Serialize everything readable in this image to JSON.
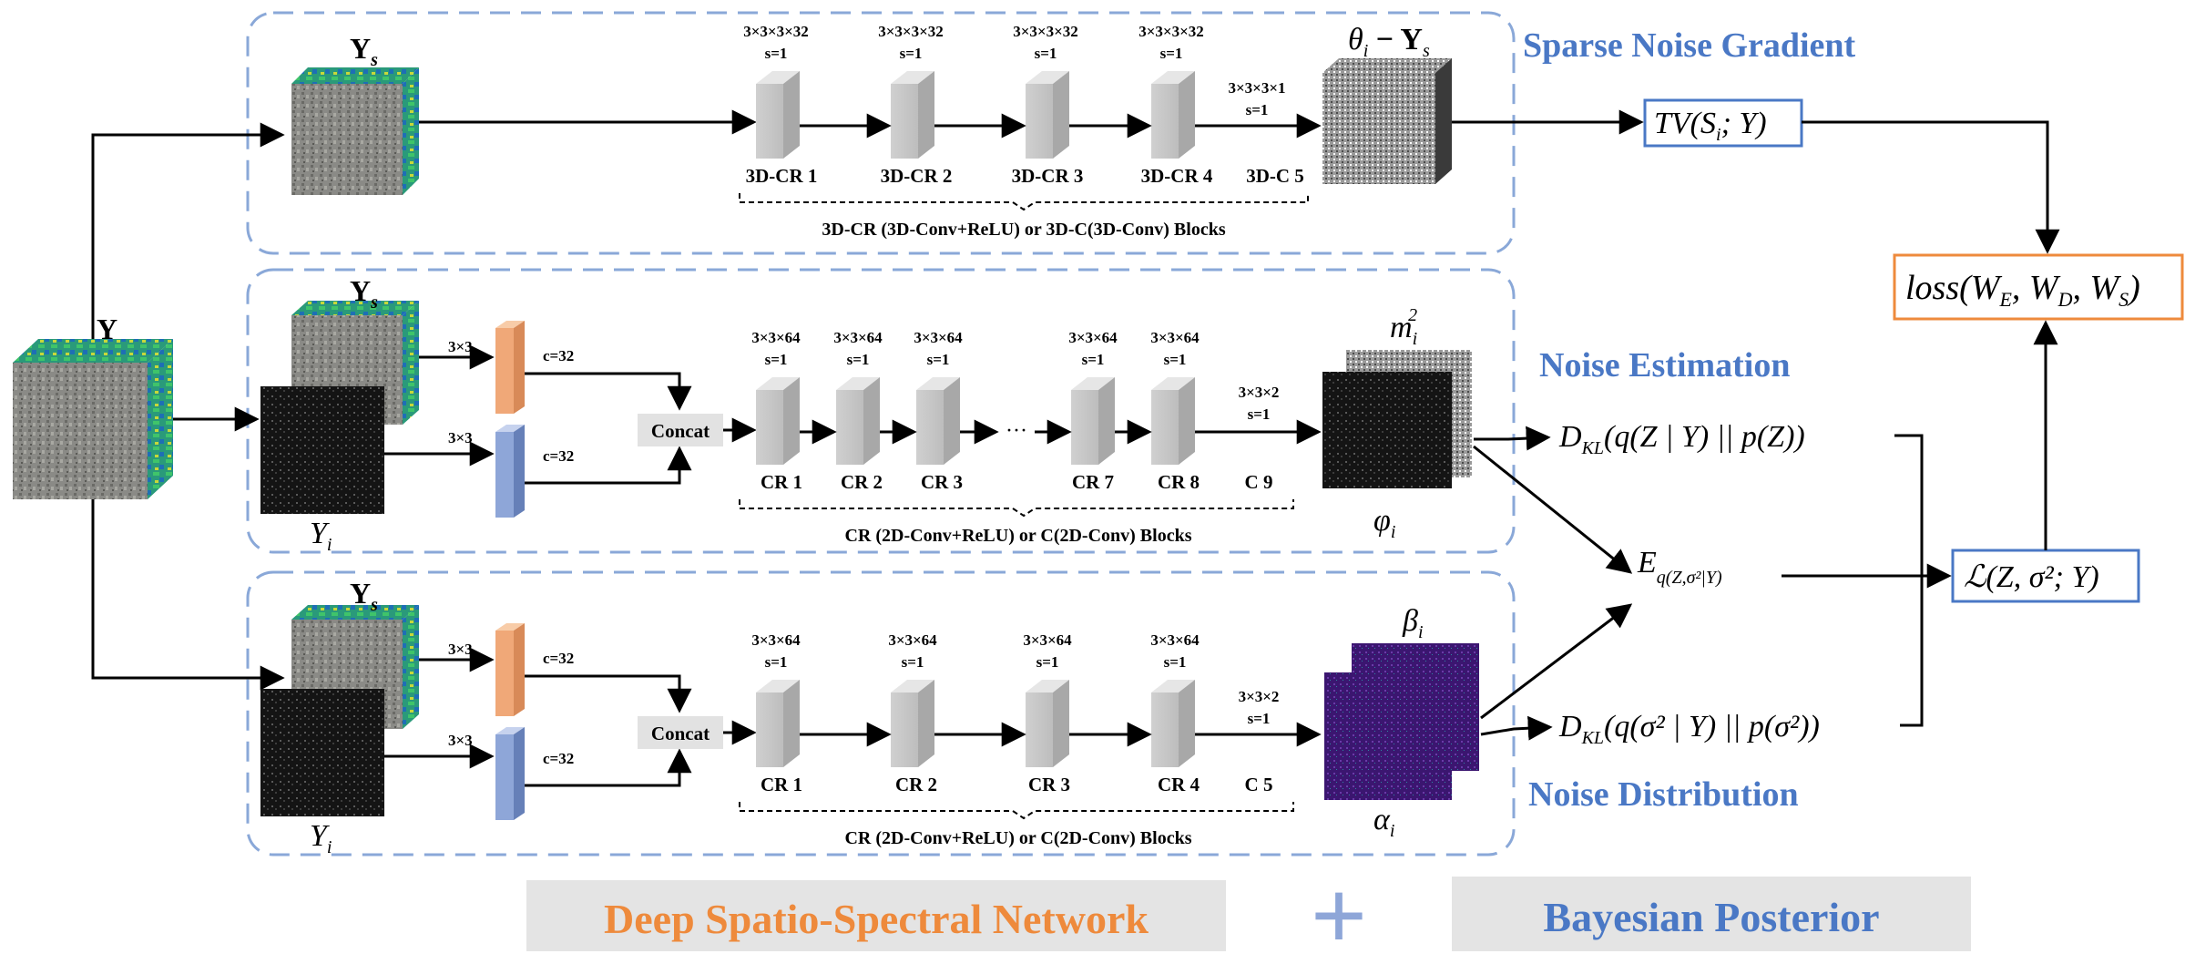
{
  "sections": {
    "top": "Sparse Noise Gradient",
    "mid": "Noise Estimation",
    "bot": "Noise Distribution"
  },
  "inputs": {
    "Y": "Y",
    "Ys": "Y",
    "Ys_sub": "s",
    "Yi": "Y",
    "Yi_sub": "i"
  },
  "top_branch": {
    "kernels": [
      "3×3×3×32",
      "3×3×3×32",
      "3×3×3×32",
      "3×3×3×32"
    ],
    "strides": [
      "s=1",
      "s=1",
      "s=1",
      "s=1"
    ],
    "blocks": [
      "3D-CR 1",
      "3D-CR 2",
      "3D-CR 3",
      "3D-CR 4"
    ],
    "final_kernel": "3×3×3×1",
    "final_stride": "s=1",
    "final_block": "3D-C 5",
    "caption": "3D-CR (3D-Conv+ReLU) or 3D-C(3D-Conv) Blocks",
    "output_label": "θ",
    "output_sub": "i",
    "output_minus": " − Y",
    "output_sub2": "s"
  },
  "mid_branch": {
    "conv_kernel_a": "3×3",
    "conv_channels_a": "c=32",
    "conv_kernel_b": "3×3",
    "conv_channels_b": "c=32",
    "concat": "Concat",
    "kernels": [
      "3×3×64",
      "3×3×64",
      "3×3×64",
      "3×3×64",
      "3×3×64"
    ],
    "strides": [
      "s=1",
      "s=1",
      "s=1",
      "s=1",
      "s=1"
    ],
    "blocks": [
      "CR 1",
      "CR 2",
      "CR 3",
      "CR 7",
      "CR 8"
    ],
    "ellipsis": "···",
    "final_kernel": "3×3×2",
    "final_stride": "s=1",
    "final_block": "C 9",
    "caption": "CR (2D-Conv+ReLU) or C(2D-Conv) Blocks",
    "out_top": "m",
    "out_top_sub": "i",
    "out_top_sup": "2",
    "out_bot": "φ",
    "out_bot_sub": "i"
  },
  "bot_branch": {
    "conv_kernel_a": "3×3",
    "conv_channels_a": "c=32",
    "conv_kernel_b": "3×3",
    "conv_channels_b": "c=32",
    "concat": "Concat",
    "kernels": [
      "3×3×64",
      "3×3×64",
      "3×3×64",
      "3×3×64"
    ],
    "strides": [
      "s=1",
      "s=1",
      "s=1",
      "s=1"
    ],
    "blocks": [
      "CR 1",
      "CR 2",
      "CR 3",
      "CR 4"
    ],
    "final_kernel": "3×3×2",
    "final_stride": "s=1",
    "final_block": "C 5",
    "caption": "CR (2D-Conv+ReLU) or C(2D-Conv) Blocks",
    "out_top": "β",
    "out_top_sub": "i",
    "out_bot": "α",
    "out_bot_sub": "i"
  },
  "formulas": {
    "tv": "TV(S",
    "tv_sub": "i",
    "tv_rest": "; Y)",
    "loss": "loss(W",
    "loss_e": "E",
    "loss_d": "D",
    "loss_s": "S",
    "kl1": "D",
    "kl1_sub": "KL",
    "kl1_rest": "(q(Z | Y) || p(Z))",
    "exp": "E",
    "exp_sub": "q(Z,σ²|Y)",
    "kl2": "D",
    "kl2_sub": "KL",
    "kl2_rest": "(q(σ² | Y) || p(σ²))",
    "elbo": "ℒ(Z, σ²; Y)"
  },
  "banners": {
    "left": "Deep Spatio-Spectral Network",
    "plus": "+",
    "right": "Bayesian Posterior"
  },
  "colors": {
    "section_blue": "#4a78c5",
    "dash_blue": "#8aa8d8",
    "orange": "#ee8a3c",
    "conv_orange": "#f0a878",
    "conv_blue": "#8ea6d8",
    "banner_bg": "#e4e4e4",
    "box_blue": "#4a78c5",
    "box_orange": "#ee8a3c"
  }
}
